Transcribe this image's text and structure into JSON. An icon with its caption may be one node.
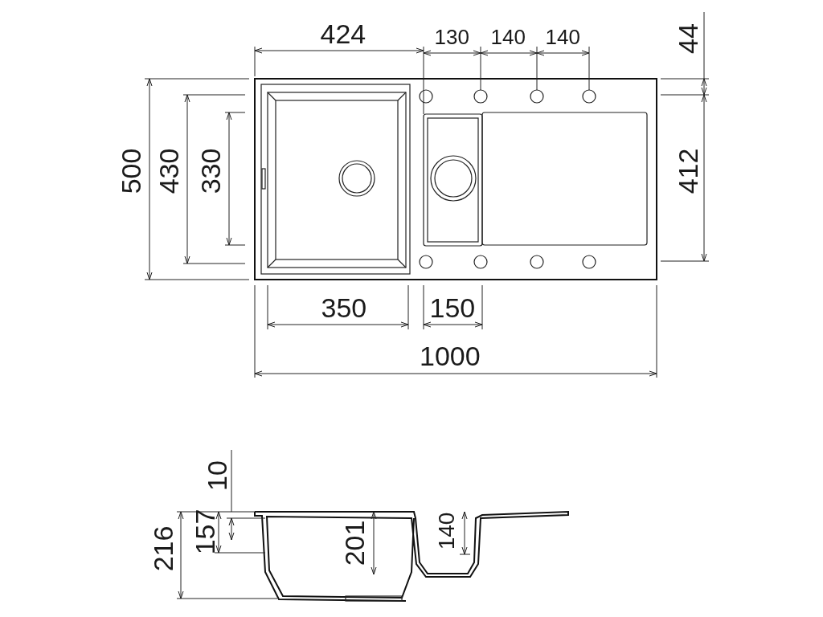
{
  "diagram": {
    "labels": [
      "424",
      "130",
      "140",
      "140",
      "44",
      "500",
      "430",
      "330",
      "412",
      "350",
      "150",
      "1000",
      "10",
      "216",
      "157",
      "201",
      "140"
    ]
  }
}
